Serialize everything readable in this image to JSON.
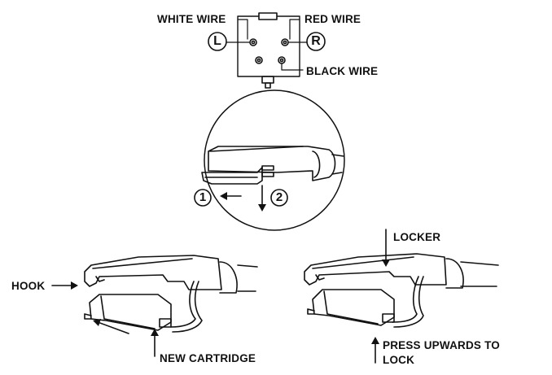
{
  "wiring": {
    "white_wire": "WHITE WIRE",
    "red_wire": "RED WIRE",
    "black_wire": "BLACK WIRE",
    "left_mark": "L",
    "right_mark": "R"
  },
  "steps": {
    "step_1": "1",
    "step_2": "2"
  },
  "bottom_left": {
    "hook": "HOOK",
    "new_cartridge": "NEW CARTRIDGE"
  },
  "bottom_right": {
    "locker": "LOCKER",
    "press_line_1": "PRESS UPWARDS TO",
    "press_line_2": "LOCK"
  },
  "colors": {
    "ink": "#111111",
    "background": "#ffffff"
  }
}
